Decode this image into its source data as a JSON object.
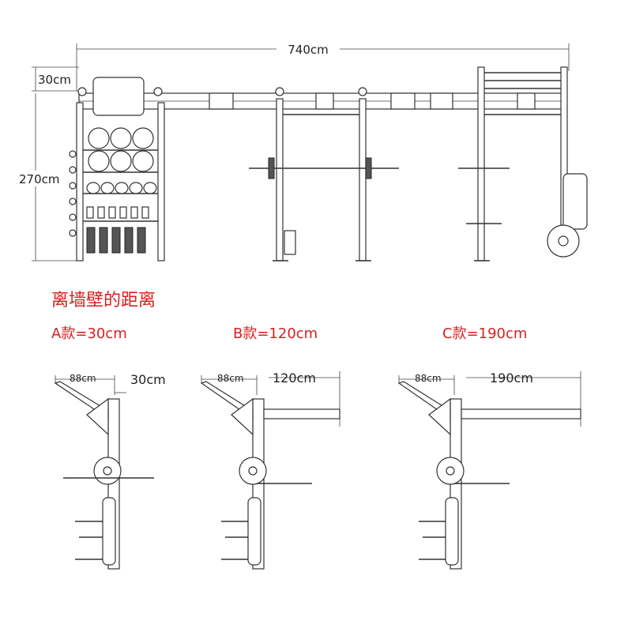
{
  "dimensions": {
    "total_width": "740cm",
    "top_offset": "30cm",
    "height": "270cm"
  },
  "caption": "离墙壁的距离",
  "variants": [
    {
      "label": "A款=30cm",
      "arm_width": "88cm",
      "distance": "30cm"
    },
    {
      "label": "B款=120cm",
      "arm_width": "88cm",
      "distance": "120cm"
    },
    {
      "label": "C款=190cm",
      "arm_width": "88cm",
      "distance": "190cm"
    }
  ],
  "colors": {
    "caption": "#d91f1f",
    "lines": "#333333"
  }
}
